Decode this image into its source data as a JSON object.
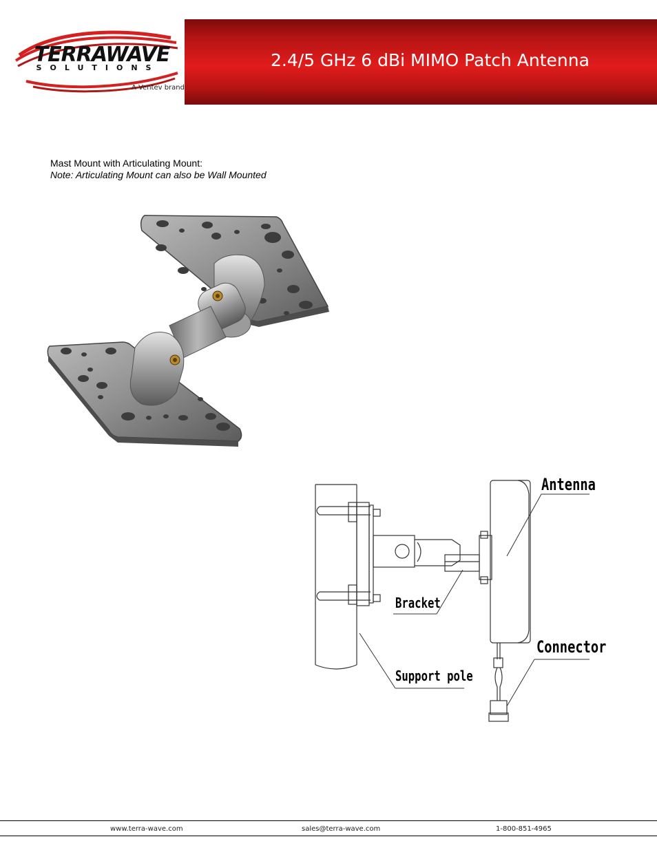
{
  "header": {
    "logo_word": "TERRAWAVE",
    "logo_sub": "SOLUTIONS",
    "logo_tagline": "A Ventev brand",
    "title": "2.4/5 GHz 6 dBi MIMO Patch Antenna",
    "banner_color": "#d11a1a"
  },
  "caption": {
    "line1": "Mast Mount with Articulating Mount:",
    "note": "Note: Articulating Mount can also be Wall Mounted"
  },
  "diagram": {
    "labels": {
      "antenna": "Antenna",
      "bracket": "Bracket",
      "connector": "Connector",
      "support_pole": "Support pole"
    }
  },
  "footer": {
    "website": "www.terra-wave.com",
    "email": "sales@terra-wave.com",
    "phone": "1-800-851-4965"
  }
}
